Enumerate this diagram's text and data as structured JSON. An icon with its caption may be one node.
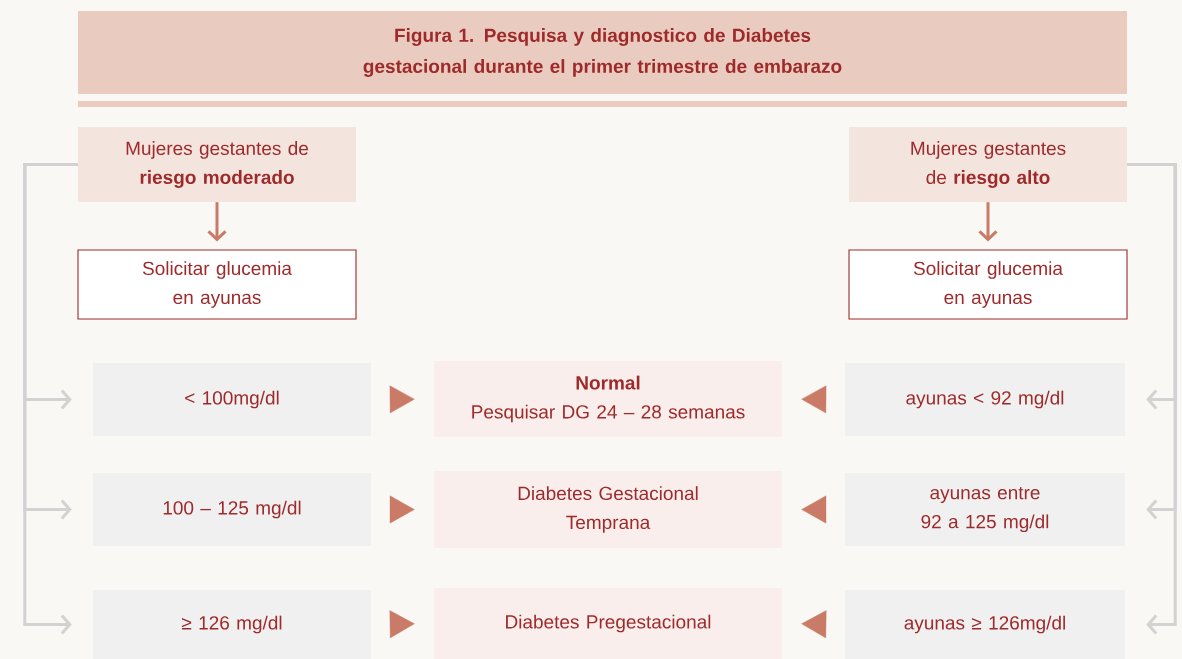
{
  "diagram": {
    "title": "Figura 1. Pesquisa y diagnostico de Diabetes gestacional durante el primer trimestre de embarazo",
    "nodes": [
      {
        "text": [
          "Mujeres gestantes de **riesgo moderado**"
        ]
      },
      {
        "text": [
          "Mujeres gestantes de **riesgo alto**"
        ]
      },
      {
        "text": [
          "Solicitar glucemia en ayunas"
        ]
      },
      {
        "text": [
          "Solicitar glucemia en ayunas"
        ]
      },
      {
        "text": [
          "< 100mg/dl"
        ]
      },
      {
        "text": [
          "Normal",
          "Pesquisar DG 24 – 28 semanas"
        ]
      },
      {
        "text": [
          "ayunas < 92 mg/dl"
        ]
      },
      {
        "text": [
          "100 – 125 mg/dl"
        ]
      },
      {
        "text": [
          "Diabetes Gestacional Temprana"
        ]
      },
      {
        "text": [
          "ayunas entre 92 a 125 mg/dl"
        ]
      },
      {
        "text": [
          "≥ 126 mg/dl"
        ]
      },
      {
        "text": [
          "Diabetes Pregestacional"
        ]
      },
      {
        "text": [
          "ayunas ≥ 126mg/dl"
        ]
      }
    ],
    "edges": [
      {
        "from": 0,
        "to": 2,
        "arrow": "to",
        "color": "#c97b68"
      },
      {
        "from": 1,
        "to": 3,
        "arrow": "to",
        "color": "#c97b68"
      },
      {
        "from": 0,
        "to": 4,
        "arrow": "to",
        "color": "#d2d2d2"
      },
      {
        "from": 0,
        "to": 7,
        "arrow": "to",
        "color": "#d2d2d2"
      },
      {
        "from": 0,
        "to": 10,
        "arrow": "to",
        "color": "#d2d2d2"
      },
      {
        "from": 1,
        "to": 6,
        "arrow": "to",
        "color": "#d2d2d2"
      },
      {
        "from": 1,
        "to": 9,
        "arrow": "to",
        "color": "#d2d2d2"
      },
      {
        "from": 1,
        "to": 12,
        "arrow": "to",
        "color": "#d2d2d2"
      },
      {
        "from": 4,
        "to": 5,
        "arrow": "to"
      },
      {
        "from": 6,
        "to": 5,
        "arrow": "to"
      },
      {
        "from": 7,
        "to": 8,
        "arrow": "to"
      },
      {
        "from": 9,
        "to": 8,
        "arrow": "to"
      },
      {
        "from": 10,
        "to": 11,
        "arrow": "to"
      },
      {
        "from": 12,
        "to": 11,
        "arrow": "to"
      }
    ]
  }
}
